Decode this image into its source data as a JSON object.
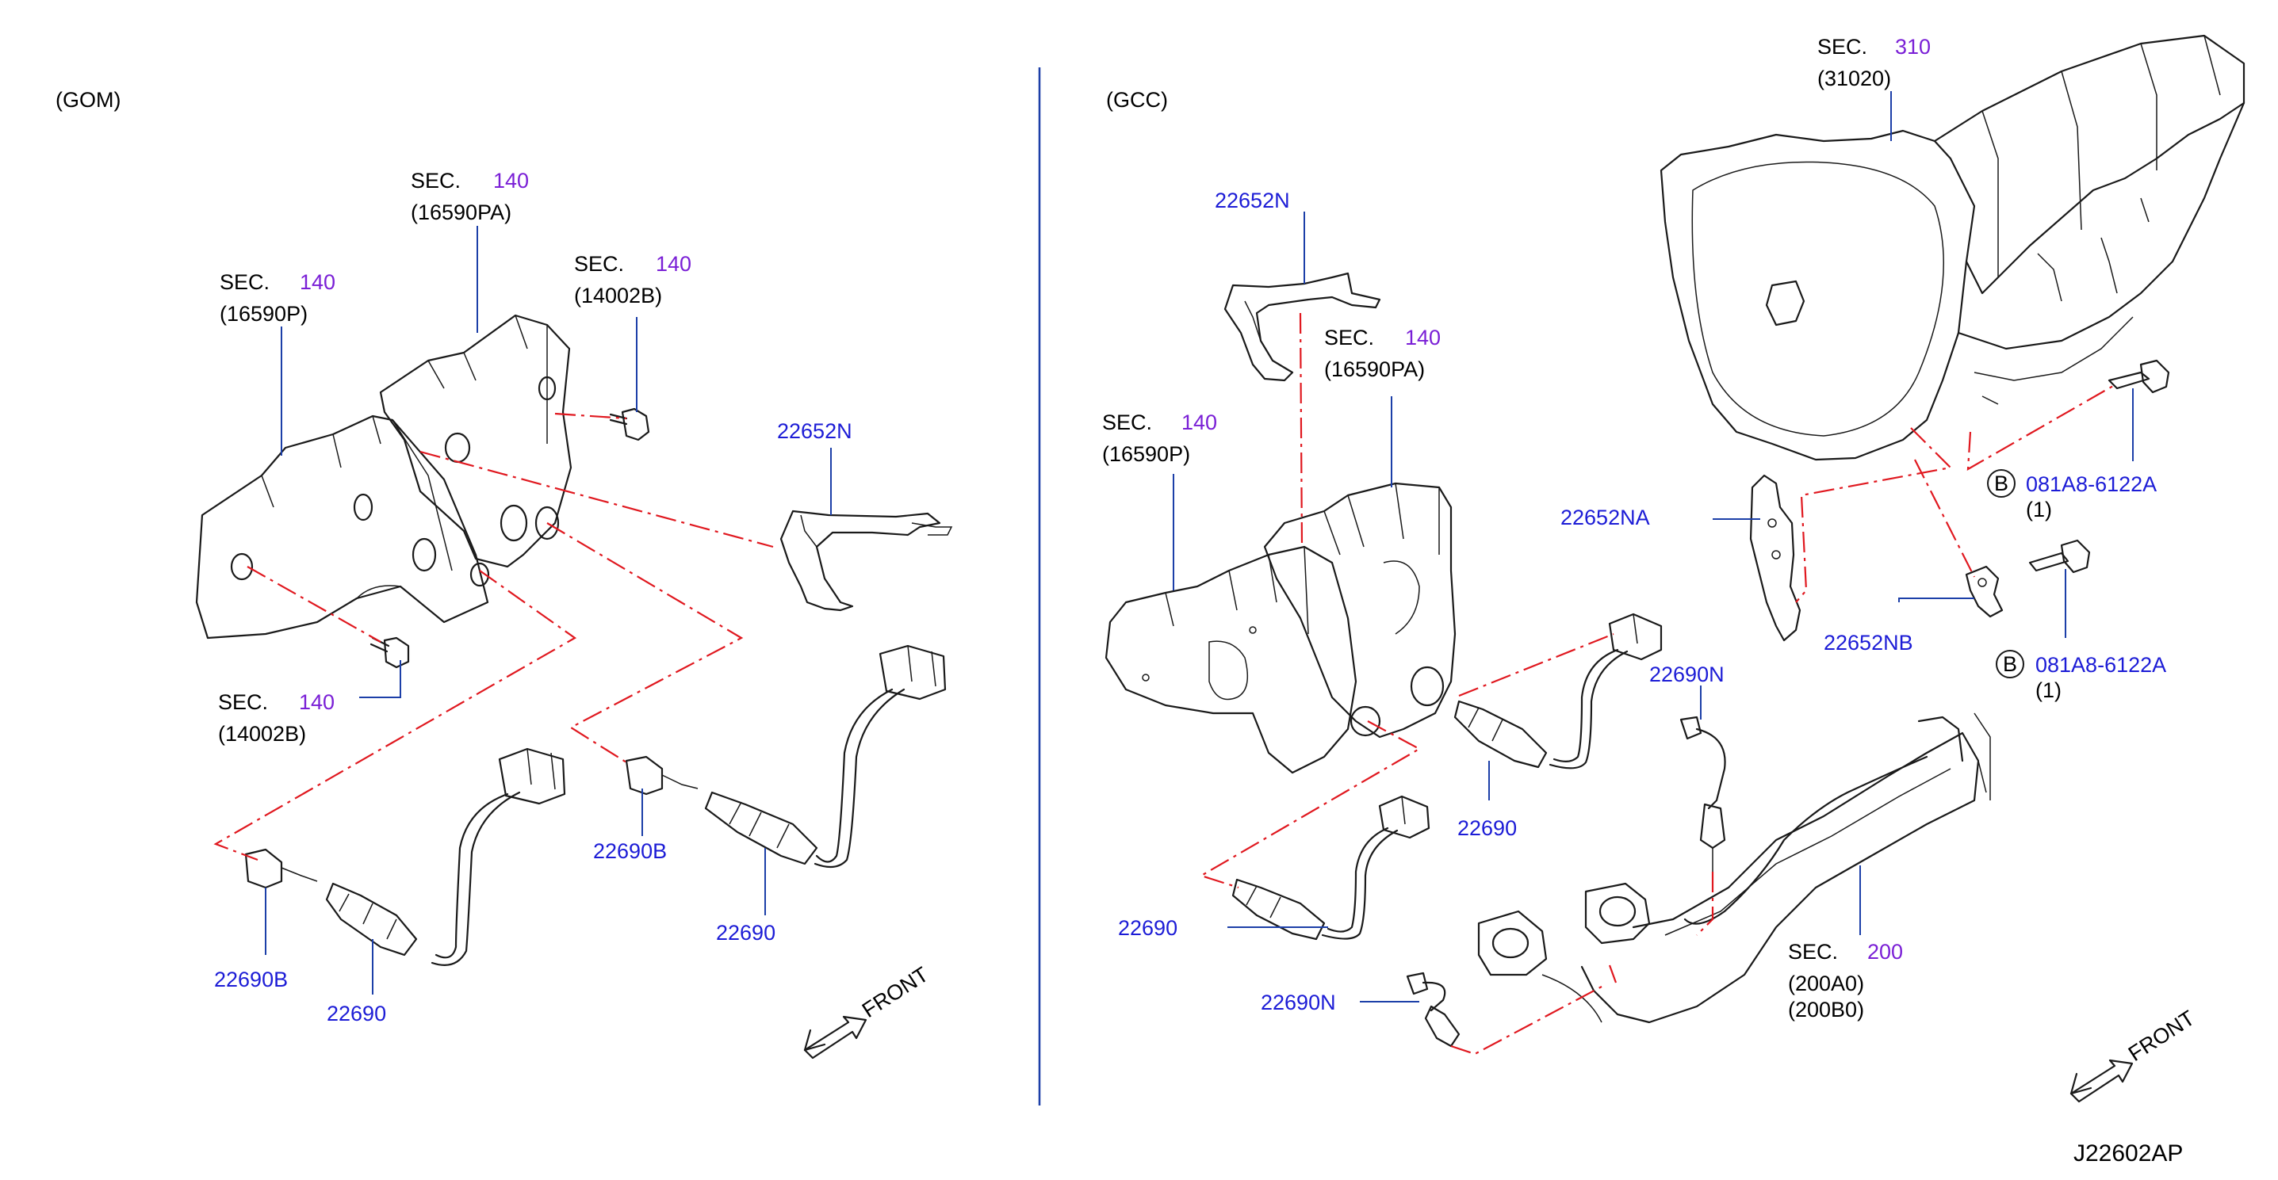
{
  "left_panel": {
    "variant": "(GOM)",
    "labels": {
      "sec_16590pa": {
        "sec": "SEC.",
        "num": "140",
        "part": "(16590PA)"
      },
      "sec_16590p": {
        "sec": "SEC.",
        "num": "140",
        "part": "(16590P)"
      },
      "sec_14002b_top": {
        "sec": "SEC.",
        "num": "140",
        "part": "(14002B)"
      },
      "sec_14002b_bottom": {
        "sec": "SEC.",
        "num": "140",
        "part": "(14002B)"
      },
      "p22652n": "22652N",
      "p22690b_a": "22690B",
      "p22690b_b": "22690B",
      "p22690_a": "22690",
      "p22690_b": "22690",
      "front": "FRONT"
    }
  },
  "right_panel": {
    "variant": "(GCC)",
    "labels": {
      "sec_310": {
        "sec": "SEC.",
        "num": "310",
        "part": "(31020)"
      },
      "p22652n": "22652N",
      "sec_16590pa": {
        "sec": "SEC.",
        "num": "140",
        "part": "(16590PA)"
      },
      "sec_16590p": {
        "sec": "SEC.",
        "num": "140",
        "part": "(16590P)"
      },
      "p22652na": "22652NA",
      "p22652nb": "22652NB",
      "bolt_a": {
        "badge": "B",
        "part": "081A8-6122A",
        "qty": "(1)"
      },
      "bolt_b": {
        "badge": "B",
        "part": "081A8-6122A",
        "qty": "(1)"
      },
      "p22690n_a": "22690N",
      "p22690n_b": "22690N",
      "p22690_a": "22690",
      "p22690_b": "22690",
      "sec_200": {
        "sec": "SEC.",
        "num": "200",
        "part1": "(200A0)",
        "part2": "(200B0)"
      },
      "front": "FRONT"
    }
  },
  "diagram_code": "J22602AP",
  "colors": {
    "part_number": "#1c1cd6",
    "section_number": "#7a1fd6",
    "leader": "#1c3fa8",
    "dashed_line": "#e0181f",
    "divider": "#1c3fa8"
  }
}
